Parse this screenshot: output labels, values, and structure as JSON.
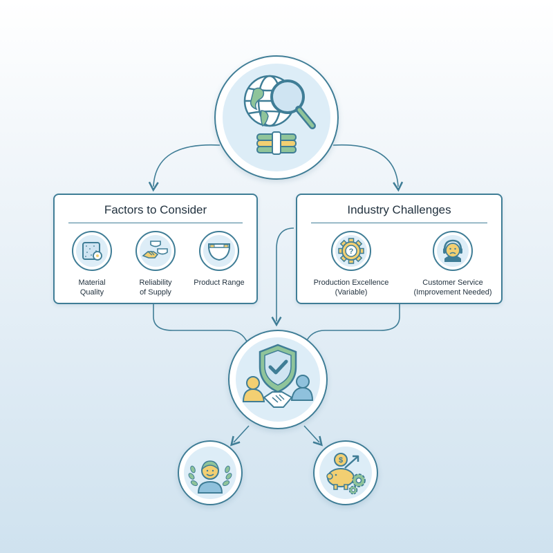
{
  "factors": {
    "title": "Factors to Consider",
    "items": [
      {
        "line1": "Material",
        "line2": "Quality"
      },
      {
        "line1": "Reliability",
        "line2": "of Supply"
      },
      {
        "line1": "Product Range",
        "line2": ""
      }
    ]
  },
  "challenges": {
    "title": "Industry Challenges",
    "items": [
      {
        "line1": "Production Excellence",
        "line2": "(Variable)"
      },
      {
        "line1": "Customer Service",
        "line2": "(Improvement Needed)"
      }
    ]
  },
  "colors": {
    "stroke": "#3f7d96",
    "fill_light": "#ddedf7",
    "accent_green": "#8fc49a",
    "accent_yellow": "#f2cf72"
  }
}
